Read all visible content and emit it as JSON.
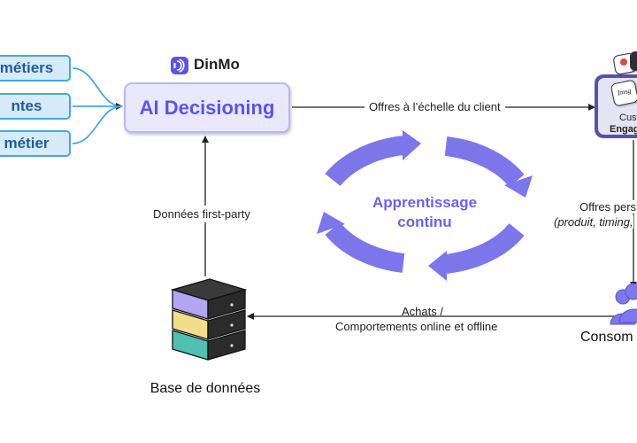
{
  "left_pills": [
    "métiers",
    "ntes",
    "métier"
  ],
  "brand": {
    "name": "DinMo"
  },
  "ai_box": {
    "label": "AI Decisioning"
  },
  "labels": {
    "offres_client": "Offres à l’échelle du client",
    "first_party": "Données first-party",
    "achats": "Achats /",
    "comportements": "Comportements online et offline",
    "offres_perso": "Offres pers",
    "produit_timing": "(produit, timing,"
  },
  "loop": {
    "line1": "Apprentissage",
    "line2": "continu"
  },
  "database": {
    "label": "Base de données"
  },
  "customer": {
    "line1": "Cust",
    "line2": "Engag",
    "badge_text": "Imsg"
  },
  "consumers": {
    "label": "Consom"
  },
  "colors": {
    "pill_fill": "#d6ebf7",
    "pill_border": "#4aa6dd",
    "pill_text": "#1f5c9c",
    "accent_violet": "#6a63e8",
    "ai_fill": "#e9e8fd",
    "db_purple": "#b3a5f2",
    "db_yellow": "#f3dd8c",
    "db_teal": "#4fc1b4",
    "consumer_violet": "#7f77ec"
  }
}
